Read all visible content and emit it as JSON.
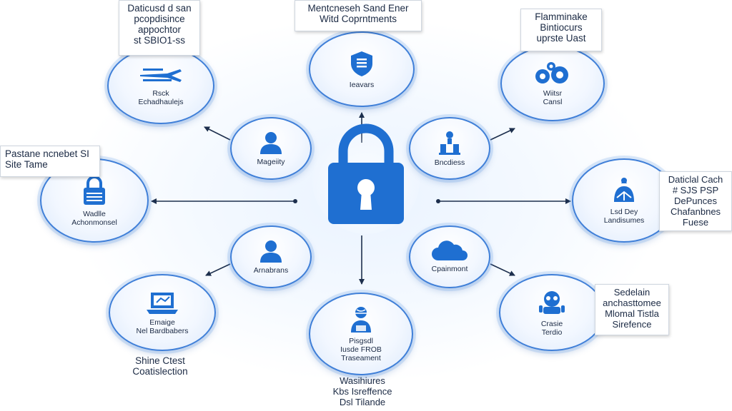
{
  "center": {
    "icon": "padlock-icon",
    "color": "#1f6fd1"
  },
  "nodes": {
    "top": {
      "label": "Ieavars",
      "icon": "shield-icon"
    },
    "top_left": {
      "label": "Rsck\nEchadhaulejs",
      "icon": "airplane-icon"
    },
    "top_right": {
      "label": "Wiitsr\nCansl",
      "icon": "gears-icon"
    },
    "inner_left_top": {
      "label": "Mageiity",
      "icon": "user-icon"
    },
    "inner_right_top": {
      "label": "Bncdiess",
      "icon": "server-icon"
    },
    "left": {
      "label": "Wadlle\nAchonmonsel",
      "icon": "lock-icon"
    },
    "right": {
      "label": "Lsd Dey\nLandisumes",
      "icon": "network-icon"
    },
    "inner_left_bottom": {
      "label": "Arnabrans",
      "icon": "user-icon"
    },
    "inner_right_bottom": {
      "label": "Cpainmont",
      "icon": "cloud-icon"
    },
    "bottom_left": {
      "label": "Emaige\nNel Bardbabers",
      "icon": "laptop-icon"
    },
    "bottom_right": {
      "label": "Crasie\nTerdio",
      "icon": "robot-icon"
    },
    "bottom": {
      "label": "Pisgsdl\nIusde FROB\nTraseament",
      "icon": "person-globe-icon"
    }
  },
  "callouts": {
    "top_center": "Mentcneseh Sand Ener\nWitd Coprntments",
    "top_left": "Daticusd d san\npcopdisince\nappochtor\nst SBIO1-ss",
    "top_right": "Flamminake\nBintiocurs\nuprste Uast",
    "left": "Pastane ncnebet SI\nSite Tame",
    "right": "Daticlal Cach\n# SJS PSP\nDePunces\nChafanbnes\nFuese",
    "bottom_right": "Sedelain\nanchasttomee\nMlomal Tistla\nSirefence",
    "bottom_left": "Shine Ctest\nCoatislection",
    "bottom_center": "Wasihiures\nKbs Isreffence\nDsl Tilande"
  },
  "colors": {
    "accent": "#1f6fd1",
    "ring": "#3f7fd8",
    "arrow": "#1d2f4d"
  }
}
